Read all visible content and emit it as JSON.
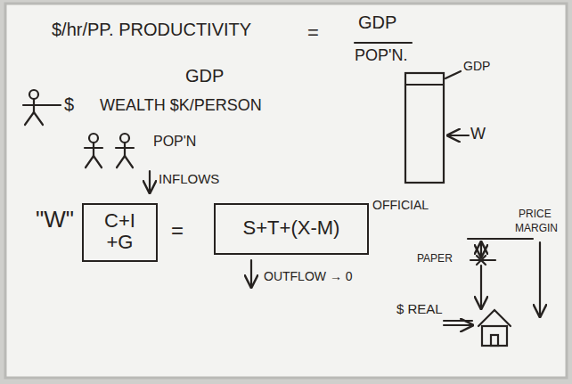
{
  "diagram": {
    "nodes": [
      {
        "text": [
          "C+I +G"
        ]
      },
      {
        "text": [
          "S+T+(X-M)"
        ]
      }
    ],
    "labels": [
      "$/hr/PP. PRODUCTIVITY",
      "=",
      "GDP",
      "POP'N.",
      "GDP",
      "$",
      "WEALTH $K/PERSON",
      "POP'N",
      "INFLOWS",
      "\"W\"",
      "=",
      "OUTFLOW → 0",
      "GDP",
      "W",
      "OFFICIAL",
      "PRICE",
      "MARGIN",
      "PAPER",
      "$ REAL"
    ]
  }
}
